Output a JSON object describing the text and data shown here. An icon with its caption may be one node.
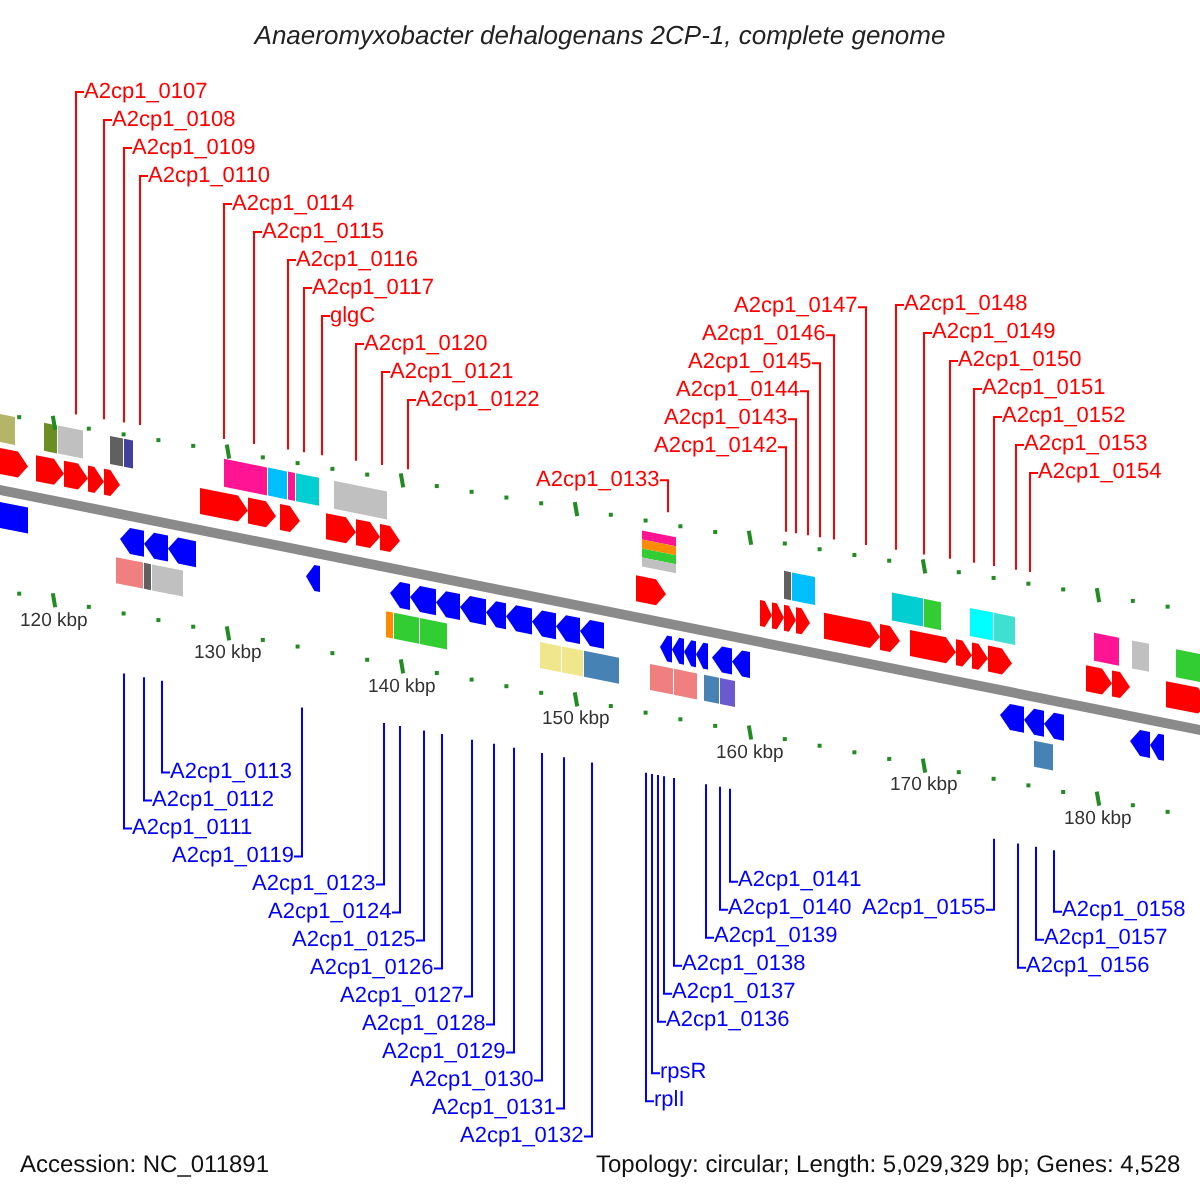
{
  "diagram": {
    "title": "Anaeromyxobacter dehalogenans 2CP-1, complete genome",
    "nodes": [
      {
        "text": [
          "A2cp1_0107"
        ]
      },
      {
        "text": [
          "A2cp1_0108"
        ]
      },
      {
        "text": [
          "A2cp1_0109"
        ]
      },
      {
        "text": [
          "A2cp1_0110"
        ]
      },
      {
        "text": [
          "A2cp1_0114"
        ]
      },
      {
        "text": [
          "A2cp1_0115"
        ]
      },
      {
        "text": [
          "A2cp1_0116"
        ]
      },
      {
        "text": [
          "A2cp1_0117"
        ]
      },
      {
        "text": [
          "glgC"
        ]
      },
      {
        "text": [
          "A2cp1_0120"
        ]
      },
      {
        "text": [
          "A2cp1_0121"
        ]
      },
      {
        "text": [
          "A2cp1_0122"
        ]
      },
      {
        "text": [
          "A2cp1_0133"
        ]
      },
      {
        "text": [
          "A2cp1_0142"
        ]
      },
      {
        "text": [
          "A2cp1_0143"
        ]
      },
      {
        "text": [
          "A2cp1_0144"
        ]
      },
      {
        "text": [
          "A2cp1_0145"
        ]
      },
      {
        "text": [
          "A2cp1_0146"
        ]
      },
      {
        "text": [
          "A2cp1_0147"
        ]
      },
      {
        "text": [
          "A2cp1_0148"
        ]
      },
      {
        "text": [
          "A2cp1_0149"
        ]
      },
      {
        "text": [
          "A2cp1_0150"
        ]
      },
      {
        "text": [
          "A2cp1_0151"
        ]
      },
      {
        "text": [
          "A2cp1_0152"
        ]
      },
      {
        "text": [
          "A2cp1_0153"
        ]
      },
      {
        "text": [
          "A2cp1_0154"
        ]
      },
      {
        "text": [
          "A2cp1_0111"
        ]
      },
      {
        "text": [
          "A2cp1_0112"
        ]
      },
      {
        "text": [
          "A2cp1_0113"
        ]
      },
      {
        "text": [
          "A2cp1_0119"
        ]
      },
      {
        "text": [
          "A2cp1_0123"
        ]
      },
      {
        "text": [
          "A2cp1_0124"
        ]
      },
      {
        "text": [
          "A2cp1_0125"
        ]
      },
      {
        "text": [
          "A2cp1_0126"
        ]
      },
      {
        "text": [
          "A2cp1_0127"
        ]
      },
      {
        "text": [
          "A2cp1_0128"
        ]
      },
      {
        "text": [
          "A2cp1_0129"
        ]
      },
      {
        "text": [
          "A2cp1_0130"
        ]
      },
      {
        "text": [
          "A2cp1_0131"
        ]
      },
      {
        "text": [
          "A2cp1_0132"
        ]
      },
      {
        "text": [
          "rplI"
        ]
      },
      {
        "text": [
          "rpsR"
        ]
      },
      {
        "text": [
          "A2cp1_0136"
        ]
      },
      {
        "text": [
          "A2cp1_0137"
        ]
      },
      {
        "text": [
          "A2cp1_0138"
        ]
      },
      {
        "text": [
          "A2cp1_0139"
        ]
      },
      {
        "text": [
          "A2cp1_0140"
        ]
      },
      {
        "text": [
          "A2cp1_0141"
        ]
      },
      {
        "text": [
          "A2cp1_0155"
        ]
      },
      {
        "text": [
          "A2cp1_0156"
        ]
      },
      {
        "text": [
          "A2cp1_0157"
        ]
      },
      {
        "text": [
          "A2cp1_0158"
        ]
      }
    ],
    "edges": [
      {
        "from": 0,
        "to": null,
        "arrow": "none"
      },
      {
        "from": 1,
        "to": null,
        "arrow": "none"
      },
      {
        "from": 2,
        "to": null,
        "arrow": "none"
      },
      {
        "from": 3,
        "to": null,
        "arrow": "none"
      },
      {
        "from": 4,
        "to": null,
        "arrow": "none"
      },
      {
        "from": 5,
        "to": null,
        "arrow": "none"
      },
      {
        "from": 6,
        "to": null,
        "arrow": "none"
      },
      {
        "from": 7,
        "to": null,
        "arrow": "none"
      },
      {
        "from": 8,
        "to": null,
        "arrow": "none"
      },
      {
        "from": 9,
        "to": null,
        "arrow": "none"
      },
      {
        "from": 10,
        "to": null,
        "arrow": "none"
      },
      {
        "from": 11,
        "to": null,
        "arrow": "none"
      },
      {
        "from": 12,
        "to": null,
        "arrow": "none"
      },
      {
        "from": 13,
        "to": null,
        "arrow": "none"
      },
      {
        "from": 14,
        "to": null,
        "arrow": "none"
      },
      {
        "from": 15,
        "to": null,
        "arrow": "none"
      },
      {
        "from": 16,
        "to": null,
        "arrow": "none"
      },
      {
        "from": 17,
        "to": null,
        "arrow": "none"
      },
      {
        "from": 18,
        "to": null,
        "arrow": "none"
      },
      {
        "from": 19,
        "to": null,
        "arrow": "none"
      },
      {
        "from": 20,
        "to": null,
        "arrow": "none"
      },
      {
        "from": 21,
        "to": null,
        "arrow": "none"
      },
      {
        "from": 22,
        "to": null,
        "arrow": "none"
      },
      {
        "from": 23,
        "to": null,
        "arrow": "none"
      },
      {
        "from": 24,
        "to": null,
        "arrow": "none"
      },
      {
        "from": 25,
        "to": null,
        "arrow": "none"
      },
      {
        "from": 26,
        "to": null,
        "arrow": "none",
        "color": "#0000ff"
      },
      {
        "from": 27,
        "to": null,
        "arrow": "none",
        "color": "#0000ff"
      },
      {
        "from": 28,
        "to": null,
        "arrow": "none",
        "color": "#0000ff"
      },
      {
        "from": 29,
        "to": null,
        "arrow": "none",
        "color": "#0000ff"
      },
      {
        "from": 30,
        "to": null,
        "arrow": "none",
        "color": "#0000ff"
      },
      {
        "from": 31,
        "to": null,
        "arrow": "none",
        "color": "#0000ff"
      },
      {
        "from": 32,
        "to": null,
        "arrow": "none",
        "color": "#0000ff"
      },
      {
        "from": 33,
        "to": null,
        "arrow": "none",
        "color": "#0000ff"
      },
      {
        "from": 34,
        "to": null,
        "arrow": "none",
        "color": "#0000ff"
      },
      {
        "from": 35,
        "to": null,
        "arrow": "none",
        "color": "#0000ff"
      },
      {
        "from": 36,
        "to": null,
        "arrow": "none",
        "color": "#0000ff"
      },
      {
        "from": 37,
        "to": null,
        "arrow": "none",
        "color": "#0000ff"
      },
      {
        "from": 38,
        "to": null,
        "arrow": "none",
        "color": "#0000ff"
      },
      {
        "from": 39,
        "to": null,
        "arrow": "none",
        "color": "#0000ff"
      },
      {
        "from": 40,
        "to": null,
        "arrow": "none",
        "color": "#0000ff"
      },
      {
        "from": 41,
        "to": null,
        "arrow": "none",
        "color": "#0000ff"
      },
      {
        "from": 42,
        "to": null,
        "arrow": "none",
        "color": "#0000ff"
      },
      {
        "from": 43,
        "to": null,
        "arrow": "none",
        "color": "#0000ff"
      },
      {
        "from": 44,
        "to": null,
        "arrow": "none",
        "color": "#0000ff"
      },
      {
        "from": 45,
        "to": null,
        "arrow": "none",
        "color": "#0000ff"
      },
      {
        "from": 46,
        "to": null,
        "arrow": "none",
        "color": "#0000ff"
      },
      {
        "from": 47,
        "to": null,
        "arrow": "none",
        "color": "#0000ff"
      },
      {
        "from": 48,
        "to": null,
        "arrow": "none",
        "color": "#0000ff"
      },
      {
        "from": 49,
        "to": null,
        "arrow": "none",
        "color": "#0000ff"
      },
      {
        "from": 50,
        "to": null,
        "arrow": "none",
        "color": "#0000ff"
      },
      {
        "from": 51,
        "to": null,
        "arrow": "none",
        "color": "#0000ff"
      }
    ],
    "labels": [
      "120 kbp",
      "130 kbp",
      "140 kbp",
      "150 kbp",
      "160 kbp",
      "170 kbp",
      "180 kbp",
      "Accession: NC_011891",
      "Topology: circular; Length: 5,029,329 bp; Genes: 4,528"
    ]
  }
}
